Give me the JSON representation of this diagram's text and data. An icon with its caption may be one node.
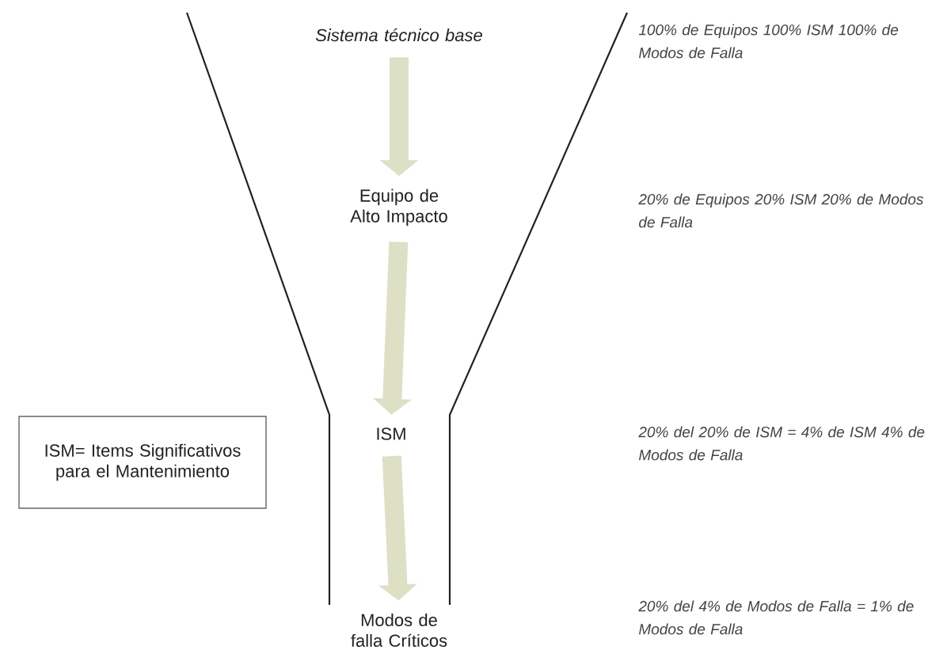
{
  "diagram": {
    "nodes": [
      {
        "text": [
          "Sistema técnico base"
        ]
      },
      {
        "text": [
          "Equipo de Alto Impacto"
        ]
      },
      {
        "text": [
          "ISM"
        ]
      },
      {
        "text": [
          "Modos de falla Críticos"
        ]
      },
      {
        "text": [
          "ISM= Items Significativos para el Mantenimiento"
        ]
      }
    ],
    "edges": [
      {
        "from": 0,
        "to": 1,
        "arrow": "to"
      },
      {
        "from": 1,
        "to": 2,
        "arrow": "to"
      },
      {
        "from": 2,
        "to": 3,
        "arrow": "to"
      }
    ],
    "labels": [
      "100% de Equipos 100% ISM 100% de Modos de Falla",
      "20% de Equipos 20% ISM 20% de Modos de Falla",
      "20% del 20% de ISM = 4% de ISM 4% de Modos de Falla",
      "20% del 4% de Modos de Falla = 1% de Modos de Falla"
    ]
  }
}
